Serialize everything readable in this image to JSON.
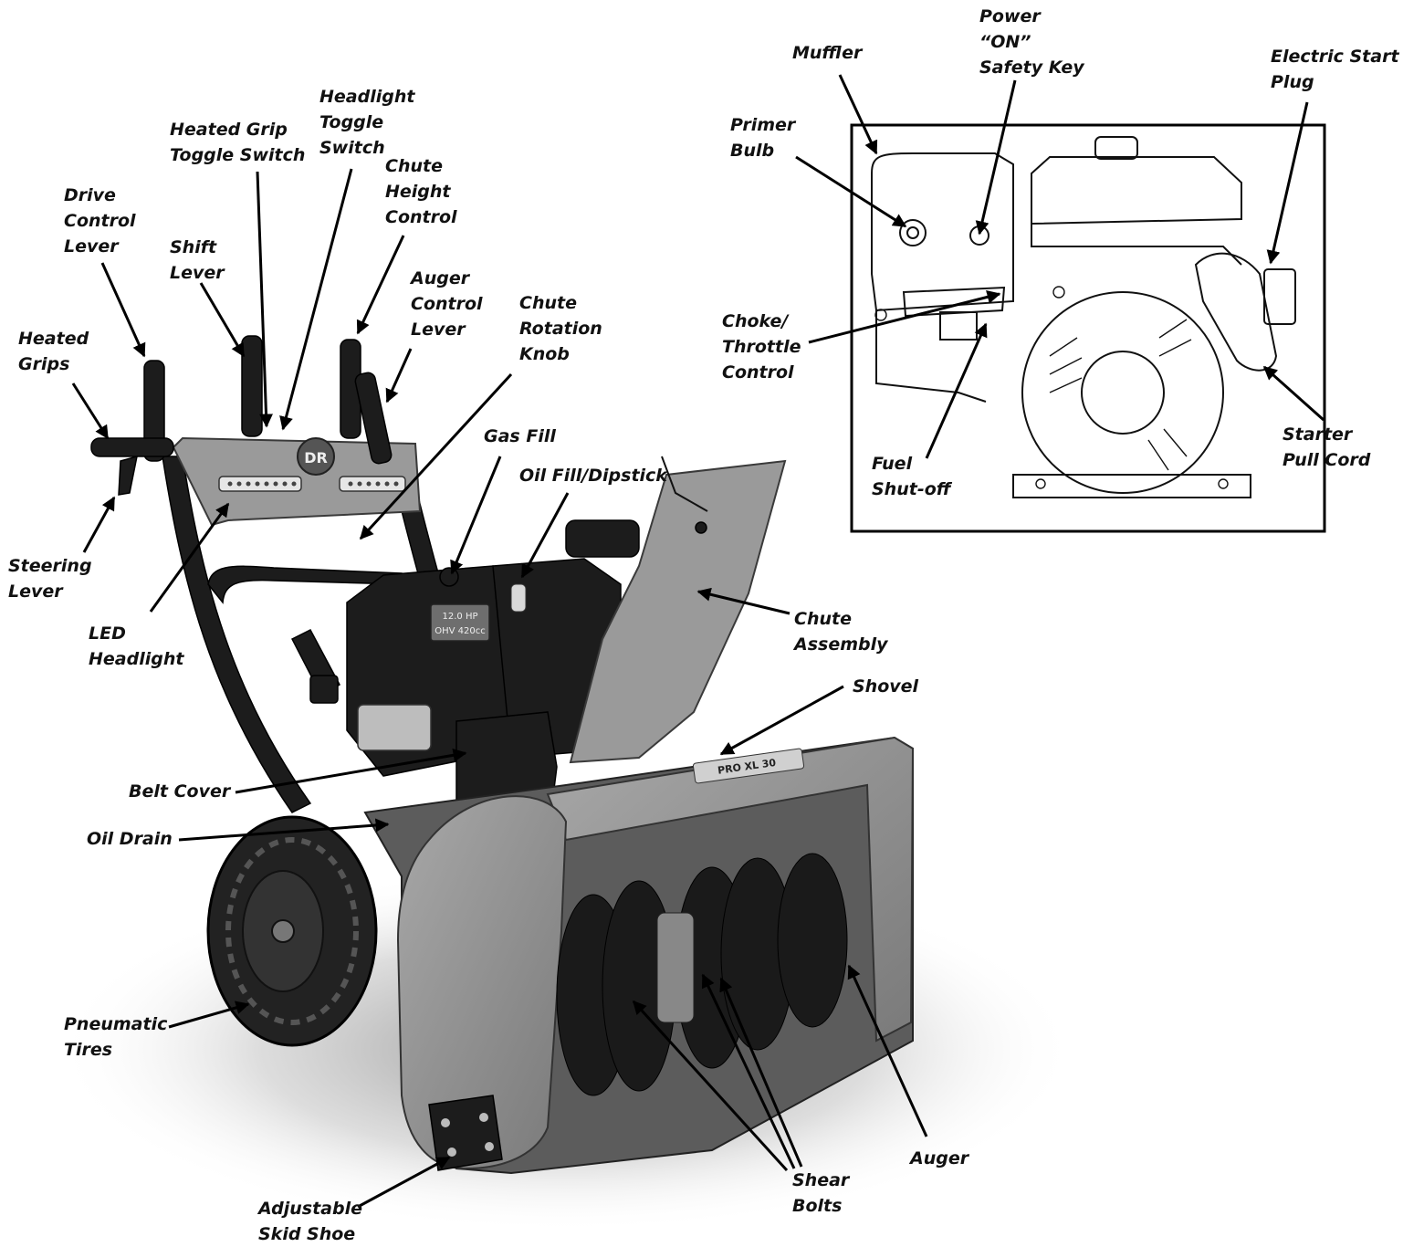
{
  "labels": {
    "heated_grip_toggle_1": "Heated Grip",
    "heated_grip_toggle_2": "Toggle Switch",
    "headlight_toggle_1": "Headlight",
    "headlight_toggle_2": "Toggle",
    "headlight_toggle_3": "Switch",
    "chute_height_1": "Chute",
    "chute_height_2": "Height",
    "chute_height_3": "Control",
    "drive_control_1": "Drive",
    "drive_control_2": "Control",
    "drive_control_3": "Lever",
    "shift_lever_1": "Shift",
    "shift_lever_2": "Lever",
    "auger_control_1": "Auger",
    "auger_control_2": "Control",
    "auger_control_3": "Lever",
    "chute_rotation_1": "Chute",
    "chute_rotation_2": "Rotation",
    "chute_rotation_3": "Knob",
    "heated_grips_1": "Heated",
    "heated_grips_2": "Grips",
    "gas_fill": "Gas Fill",
    "oil_fill": "Oil Fill/Dipstick",
    "steering_lever_1": "Steering",
    "steering_lever_2": "Lever",
    "led_headlight_1": "LED",
    "led_headlight_2": "Headlight",
    "chute_assembly_1": "Chute",
    "chute_assembly_2": "Assembly",
    "shovel": "Shovel",
    "belt_cover": "Belt Cover",
    "oil_drain": "Oil Drain",
    "pneumatic_tires_1": "Pneumatic",
    "pneumatic_tires_2": "Tires",
    "adjustable_skid_1": "Adjustable",
    "adjustable_skid_2": "Skid Shoe",
    "shear_bolts_1": "Shear",
    "shear_bolts_2": "Bolts",
    "auger": "Auger",
    "muffler": "Muffler",
    "power_key_1": "Power",
    "power_key_2": "“ON”",
    "power_key_3": "Safety Key",
    "electric_start_1": "Electric Start",
    "electric_start_2": "Plug",
    "primer_bulb_1": "Primer",
    "primer_bulb_2": "Bulb",
    "choke_1": "Choke/",
    "choke_2": "Throttle",
    "choke_3": "Control",
    "fuel_shutoff_1": "Fuel",
    "fuel_shutoff_2": "Shut-off",
    "starter_cord_1": "Starter",
    "starter_cord_2": "Pull Cord"
  },
  "machine_text": {
    "brand_logo": "DR",
    "engine_hp": "12.0 HP",
    "engine_model": "OHV 420cc",
    "shovel_badge": "PRO XL 30"
  }
}
